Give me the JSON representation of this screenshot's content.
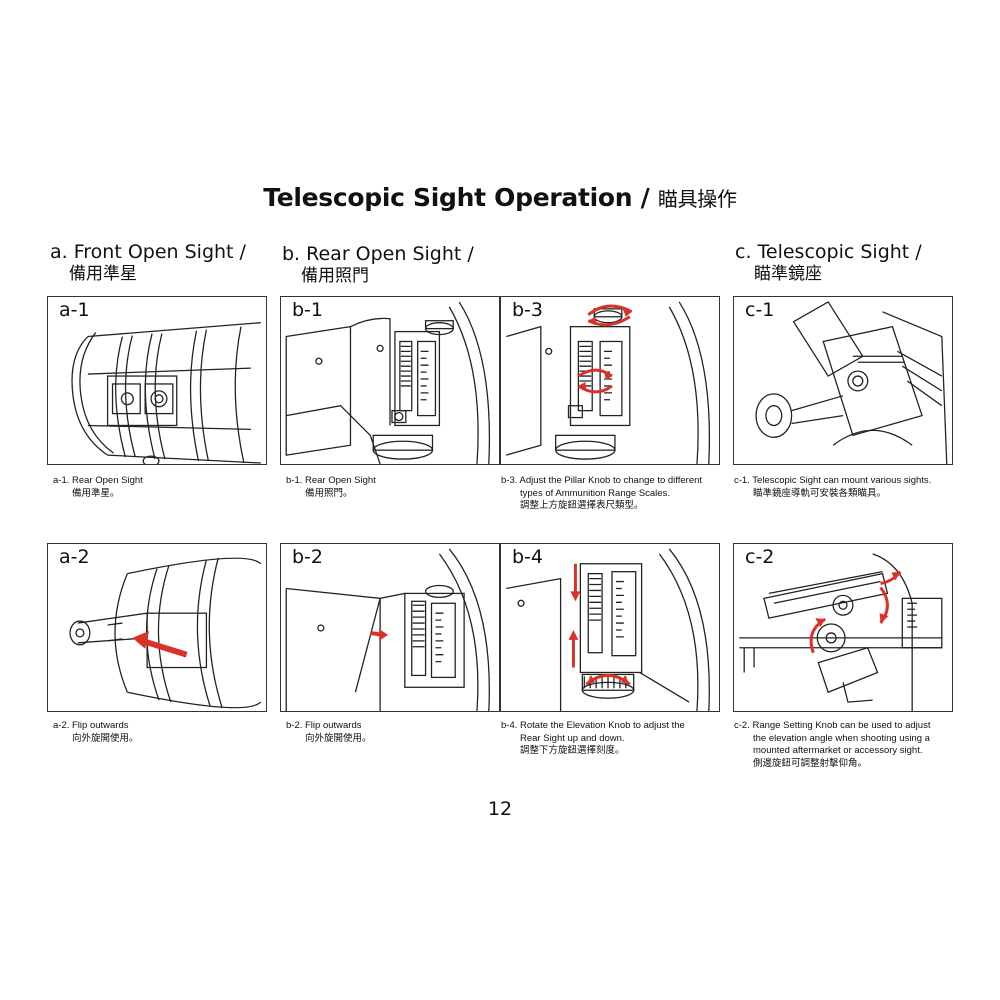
{
  "title": {
    "en": "Telescopic Sight Operation",
    "sep": " / ",
    "cjk": "瞄具操作"
  },
  "sections": {
    "a": {
      "en": "a. Front Open Sight /",
      "cjk": "備用準星"
    },
    "b": {
      "en": "b. Rear Open Sight /",
      "cjk": "備用照門"
    },
    "c": {
      "en": "c. Telescopic Sight /",
      "cjk": "瞄準鏡座"
    }
  },
  "panels": {
    "a1": {
      "tag": "a-1",
      "cap1": "a-1. Rear Open Sight",
      "cap2": "備用準星。"
    },
    "b1": {
      "tag": "b-1",
      "cap1": "b-1. Rear Open Sight",
      "cap2": "備用照門。"
    },
    "b3": {
      "tag": "b-3",
      "cap1": "b-3. Adjust the Pillar Knob to change to different",
      "cap2": "types of Ammunition Range Scales.",
      "cap3": "調整上方旋鈕選擇表尺類型。"
    },
    "c1": {
      "tag": "c-1",
      "cap1": "c-1. Telescopic Sight can mount various sights.",
      "cap2": "瞄準鏡座導軌可安裝各類瞄具。"
    },
    "a2": {
      "tag": "a-2",
      "cap1": "a-2. Flip outwards",
      "cap2": "向外旋開使用。"
    },
    "b2": {
      "tag": "b-2",
      "cap1": "b-2. Flip outwards",
      "cap2": "向外旋開使用。"
    },
    "b4": {
      "tag": "b-4",
      "cap1": "b-4. Rotate the Elevation Knob to adjust the",
      "cap2": "Rear Sight up and down.",
      "cap3": "調整下方旋鈕選擇刻度。"
    },
    "c2": {
      "tag": "c-2",
      "cap1": "c-2. Range Setting Knob can be used to adjust",
      "cap2": "the elevation angle when shooting using a",
      "cap3": "mounted aftermarket or accessory sight.",
      "cap4": "側邊旋鈕可調整射擊仰角。"
    }
  },
  "page_number": "12",
  "colors": {
    "arrow": "#d8322a",
    "line": "#222222"
  }
}
